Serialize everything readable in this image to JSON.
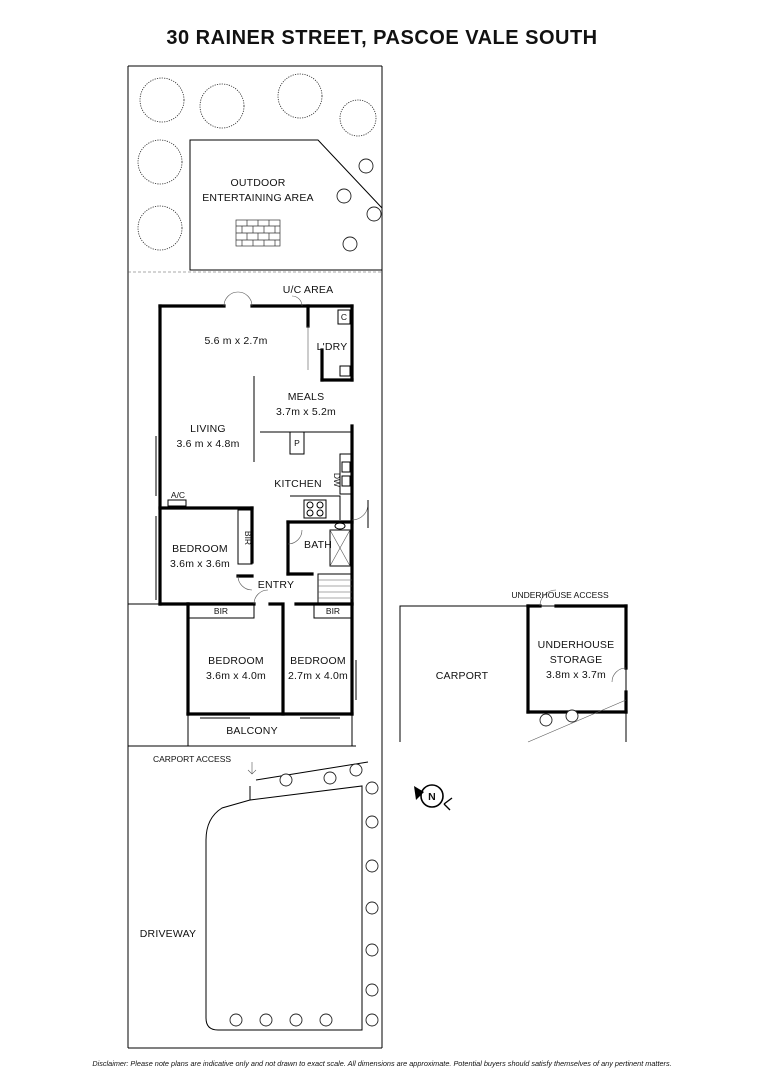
{
  "title": "30 RAINER STREET, PASCOE VALE SOUTH",
  "rooms": {
    "outdoor": [
      "OUTDOOR",
      "ENTERTAINING AREA"
    ],
    "uc_area": "U/C AREA",
    "family_dim": "5.6 m x 2.7m",
    "laundry": "L'DRY",
    "c": "C",
    "meals": "MEALS",
    "meals_dim": "3.7m x 5.2m",
    "living": "LIVING",
    "living_dim": "3.6 m x 4.8m",
    "pantry": "P",
    "kitchen": "KITCHEN",
    "dw": "DW",
    "ac": "A/C",
    "bedroom1": "BEDROOM",
    "bedroom1_dim": "3.6m x 3.6m",
    "bir1": "BIR",
    "bath": "BATH",
    "entry": "ENTRY",
    "bir2": "BIR",
    "bir3": "BIR",
    "bedroom2": "BEDROOM",
    "bedroom2_dim": "3.6m x 4.0m",
    "bedroom3": "BEDROOM",
    "bedroom3_dim": "2.7m x 4.0m",
    "balcony": "BALCONY",
    "carport": "CARPORT",
    "underhouse_access": "UNDERHOUSE ACCESS",
    "underhouse_storage": [
      "UNDERHOUSE",
      "STORAGE"
    ],
    "underhouse_dim": "3.8m x 3.7m",
    "carport_access": "CARPORT ACCESS",
    "driveway": "DRIVEWAY",
    "north": "N"
  },
  "disclaimer": "Disclaimer: Please note plans are indicative only and not drawn to exact scale. All dimensions are approximate. Potential buyers should satisfy themselves of any pertinent matters."
}
